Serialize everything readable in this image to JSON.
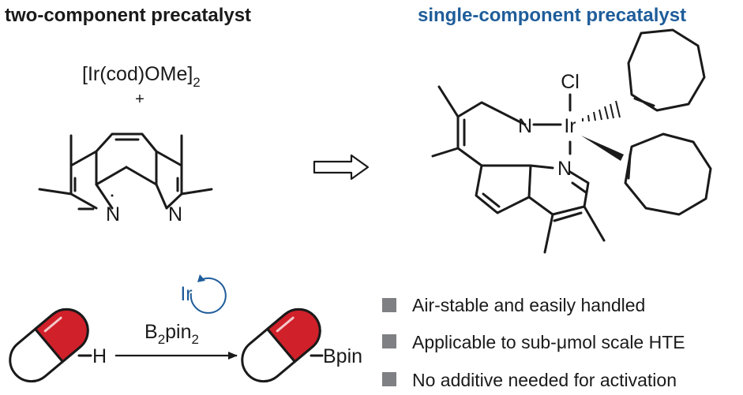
{
  "titles": {
    "left": "two-component precatalyst",
    "right": "single-component precatalyst"
  },
  "left_panel": {
    "reagent_main": "[Ir(cod)OMe]",
    "reagent_sub": "2",
    "plus": "+",
    "n_left": "N",
    "n_right": "N"
  },
  "complex": {
    "cl": "Cl",
    "ir": "Ir",
    "n_top": "N",
    "n_bottom": "N"
  },
  "reaction": {
    "catalyst": "Ir",
    "reagent_b": "B",
    "reagent_sub1": "2",
    "reagent_pin": "pin",
    "reagent_sub2": "2",
    "substrate_group": "H",
    "product_group": "Bpin"
  },
  "features": [
    "Air-stable and easily handled",
    "Applicable to sub-μmol scale HTE",
    "No additive needed for activation"
  ],
  "colors": {
    "accent_blue": "#1f5d9a",
    "capsule_red": "#d0202a",
    "bullet_gray": "#7f8083"
  }
}
